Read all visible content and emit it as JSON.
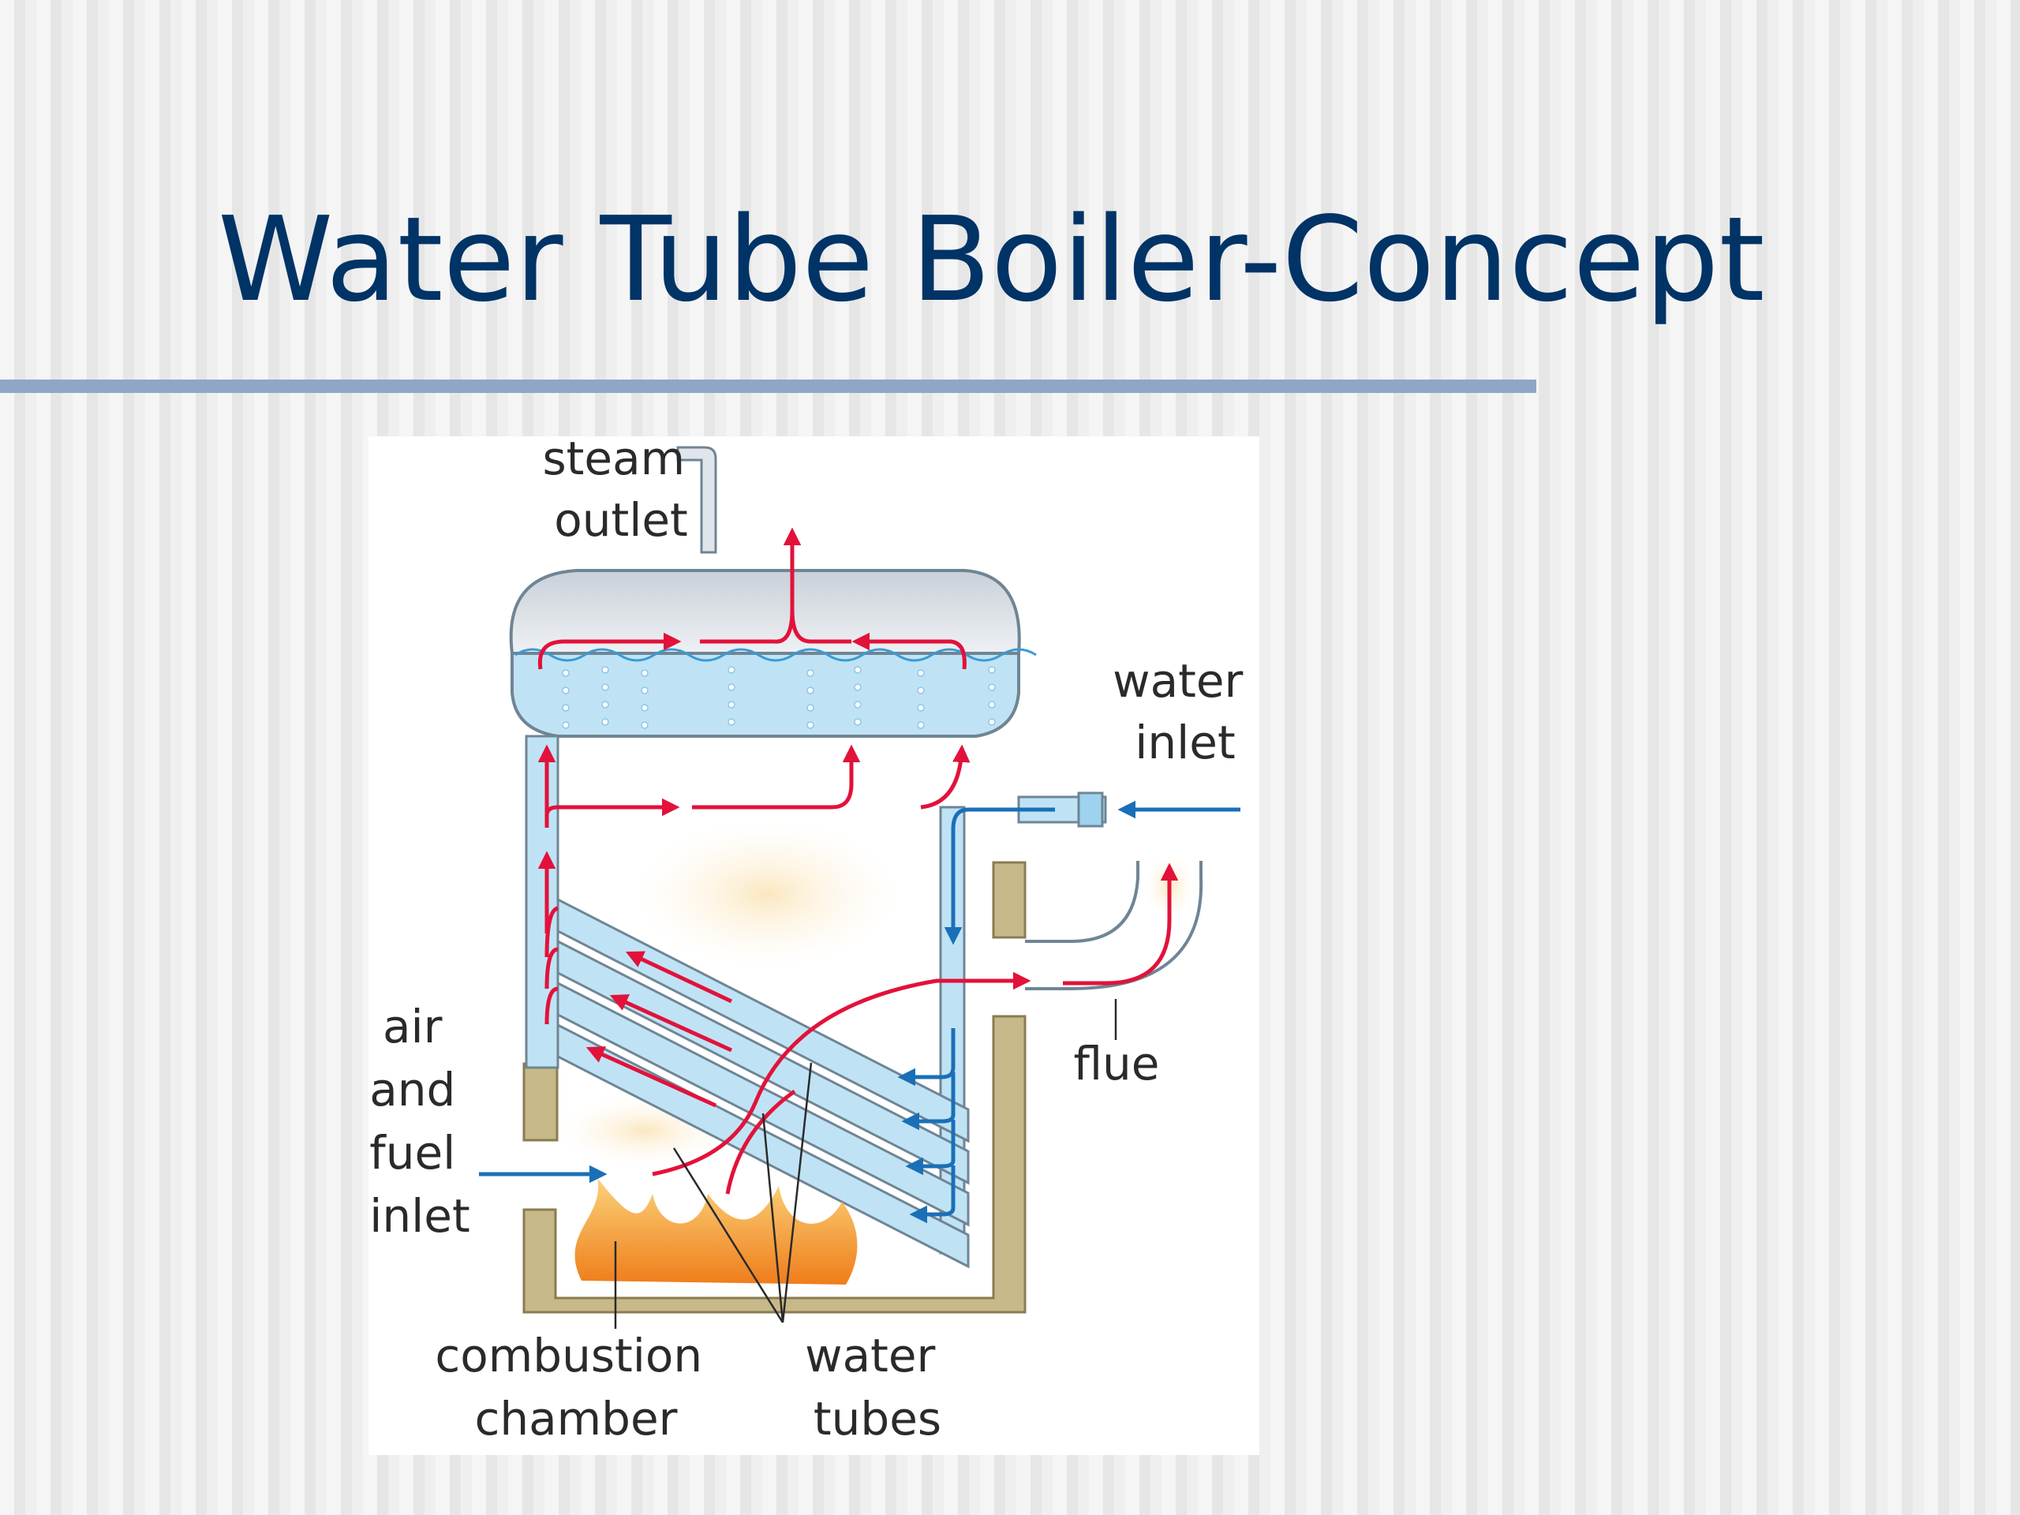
{
  "slide": {
    "title": "Water Tube Boiler-Concept"
  },
  "diagram": {
    "labels": {
      "steam_outlet": [
        "steam",
        "outlet"
      ],
      "water_inlet": [
        "water",
        "inlet"
      ],
      "flue": [
        "flue"
      ],
      "air_fuel_inlet": [
        "air",
        "and",
        "fuel",
        "inlet"
      ],
      "combustion_chamber": [
        "combustion",
        "chamber"
      ],
      "water_tubes": [
        "water",
        "tubes"
      ]
    },
    "colors": {
      "hot_flow_arrow": "#e2123a",
      "water_flow_arrow": "#1a6fb8",
      "water": "#bfe3f5",
      "steam": "#d7dde4",
      "casing": "#c8b98a",
      "flame": "#f0902a",
      "title": "#003366",
      "rule": "#8fa6c7"
    }
  }
}
